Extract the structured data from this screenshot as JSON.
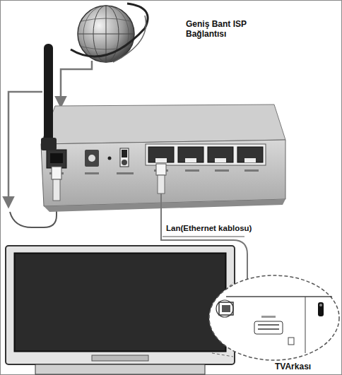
{
  "diagram": {
    "labels": [
      "Geniş Bant ISP Bağlantısı",
      "Lan(Ethernet kablosu)",
      "TVArkası"
    ]
  }
}
